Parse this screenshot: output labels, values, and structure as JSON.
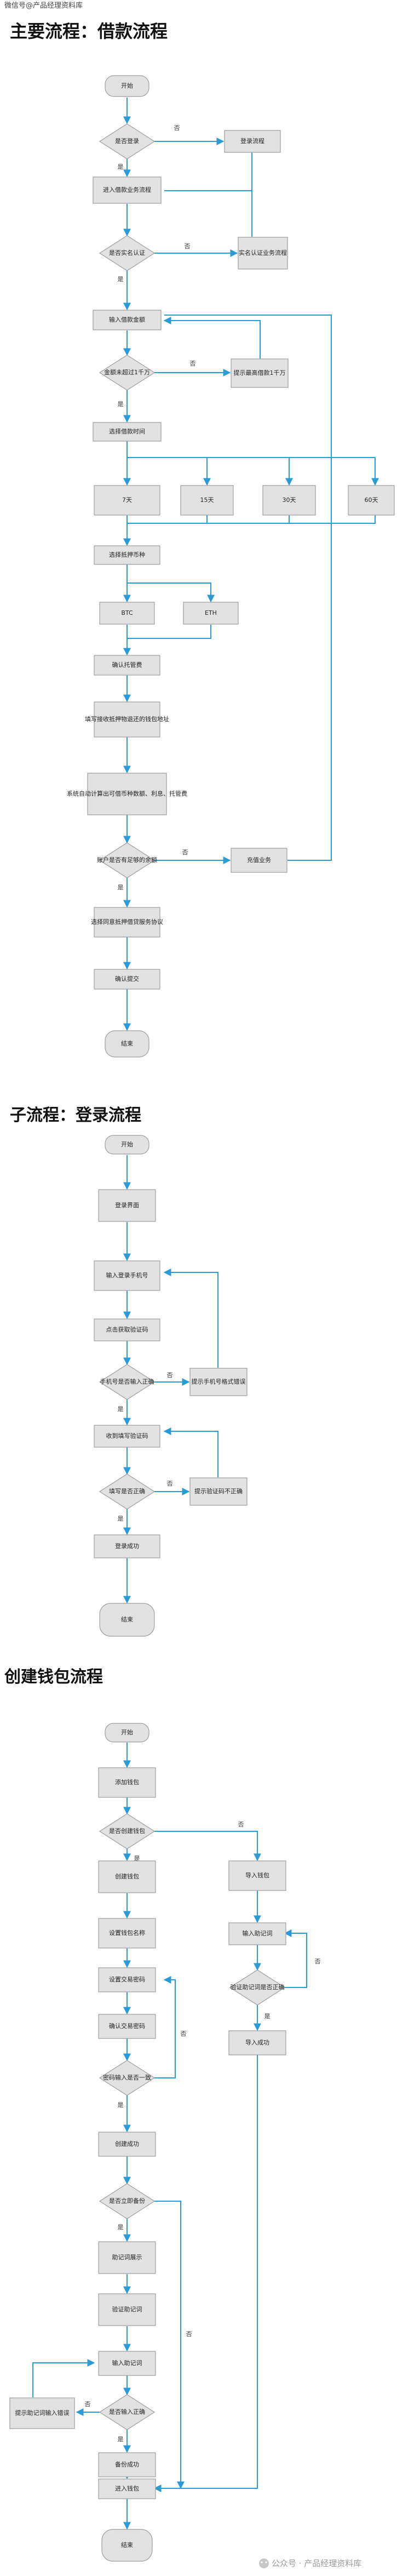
{
  "header": {
    "text": "微信号@产品经理资料库"
  },
  "sections": [
    {
      "title": "主要流程：借款流程"
    },
    {
      "title": "子流程：登录流程"
    },
    {
      "title": "创建钱包流程"
    }
  ],
  "labels": {
    "no": "否",
    "yes": "是"
  },
  "flow1": {
    "start": "开始",
    "d_login": "是否登录",
    "login_flow": "登录流程",
    "enter_home": "进入借款业务流程",
    "d_kyc": "是否实名认证",
    "kyc": "实名认证业务流程",
    "input_amount": "输入借款金额",
    "d_amount": "金额未超过1千万",
    "tip_max": "提示最高借款1千万",
    "choose_period": "选择借款时间",
    "p7": "7天",
    "p15": "15天",
    "p30": "30天",
    "p60": "60天",
    "choose_coin": "选择抵押币种",
    "btc": "BTC",
    "eth": "ETH",
    "confirm_pledge": "确认托管费",
    "fill_addr": "填写接收抵押物退还的钱包地址",
    "auto_calc": "系统自动计算出可借币种数额、利息、托管费",
    "d_balance": "账户是否有足够的余额",
    "recharge": "充值业务",
    "agree": "选择同意抵押借贷服务协议",
    "confirm_submit": "确认提交",
    "end": "结束"
  },
  "flow2": {
    "start": "开始",
    "login_page": "登录界面",
    "input_phone": "输入登录手机号",
    "get_code": "点击获取验证码",
    "d_phone": "手机号是否输入正确",
    "tip_phone": "提示手机号格式错误",
    "fill_code": "收到填写验证码",
    "d_code": "填写是否正确",
    "tip_code": "提示验证码不正确",
    "success": "登录成功",
    "end": "结束"
  },
  "flow3": {
    "start": "开始",
    "add_wallet": "添加钱包",
    "d_create": "是否创建钱包",
    "create_wallet": "创建钱包",
    "import_wallet": "导入钱包",
    "set_name": "设置钱包名称",
    "input_mnemonic": "输入助记词",
    "set_pwd": "设置交易密码",
    "d_mnemonic": "验证助记词是否正确",
    "confirm_pwd": "确认交易密码",
    "import_success": "导入成功",
    "d_pwd": "密码输入是否一致",
    "create_success": "创建成功",
    "d_backup": "是否立即备份",
    "show_mnemonic": "助记词展示",
    "verify_mnemonic": "验证助记词",
    "input_words": "输入助记词",
    "d_words": "是否输入正确",
    "tip_words": "提示助记词输入错误",
    "backup_success": "备份成功",
    "enter_wallet": "进入钱包",
    "end": "结束"
  },
  "watermark": "公众号 · 产品经理资料库"
}
